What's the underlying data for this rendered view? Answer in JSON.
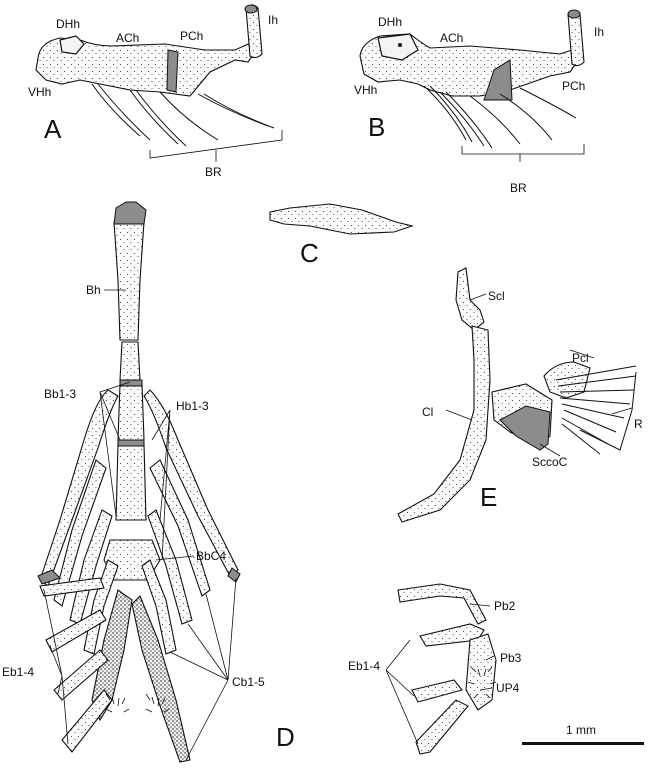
{
  "panels": {
    "a": "A",
    "b": "B",
    "c": "C",
    "d": "D",
    "e": "E"
  },
  "labels": {
    "a_dhh": "DHh",
    "a_ach": "ACh",
    "a_pch": "PCh",
    "a_ih": "Ih",
    "a_vhh": "VHh",
    "a_br": "BR",
    "b_dhh": "DHh",
    "b_ach": "ACh",
    "b_ih": "Ih",
    "b_vhh": "VHh",
    "b_pch": "PCh",
    "b_br": "BR",
    "d_bh": "Bh",
    "d_bb": "Bb1-3",
    "d_hb": "Hb1-3",
    "d_bbc4": "BbC4",
    "d_eb": "Eb1-4",
    "d_cb": "Cb1-5",
    "e_scl": "Scl",
    "e_pcl": "Pcl",
    "e_cl": "Cl",
    "e_r": "R",
    "e_sccoc": "SccoC",
    "f_pb2": "Pb2",
    "f_pb3": "Pb3",
    "f_eb": "Eb1-4",
    "f_up4": "UP4"
  },
  "scale_bar": {
    "label": "1 mm"
  }
}
